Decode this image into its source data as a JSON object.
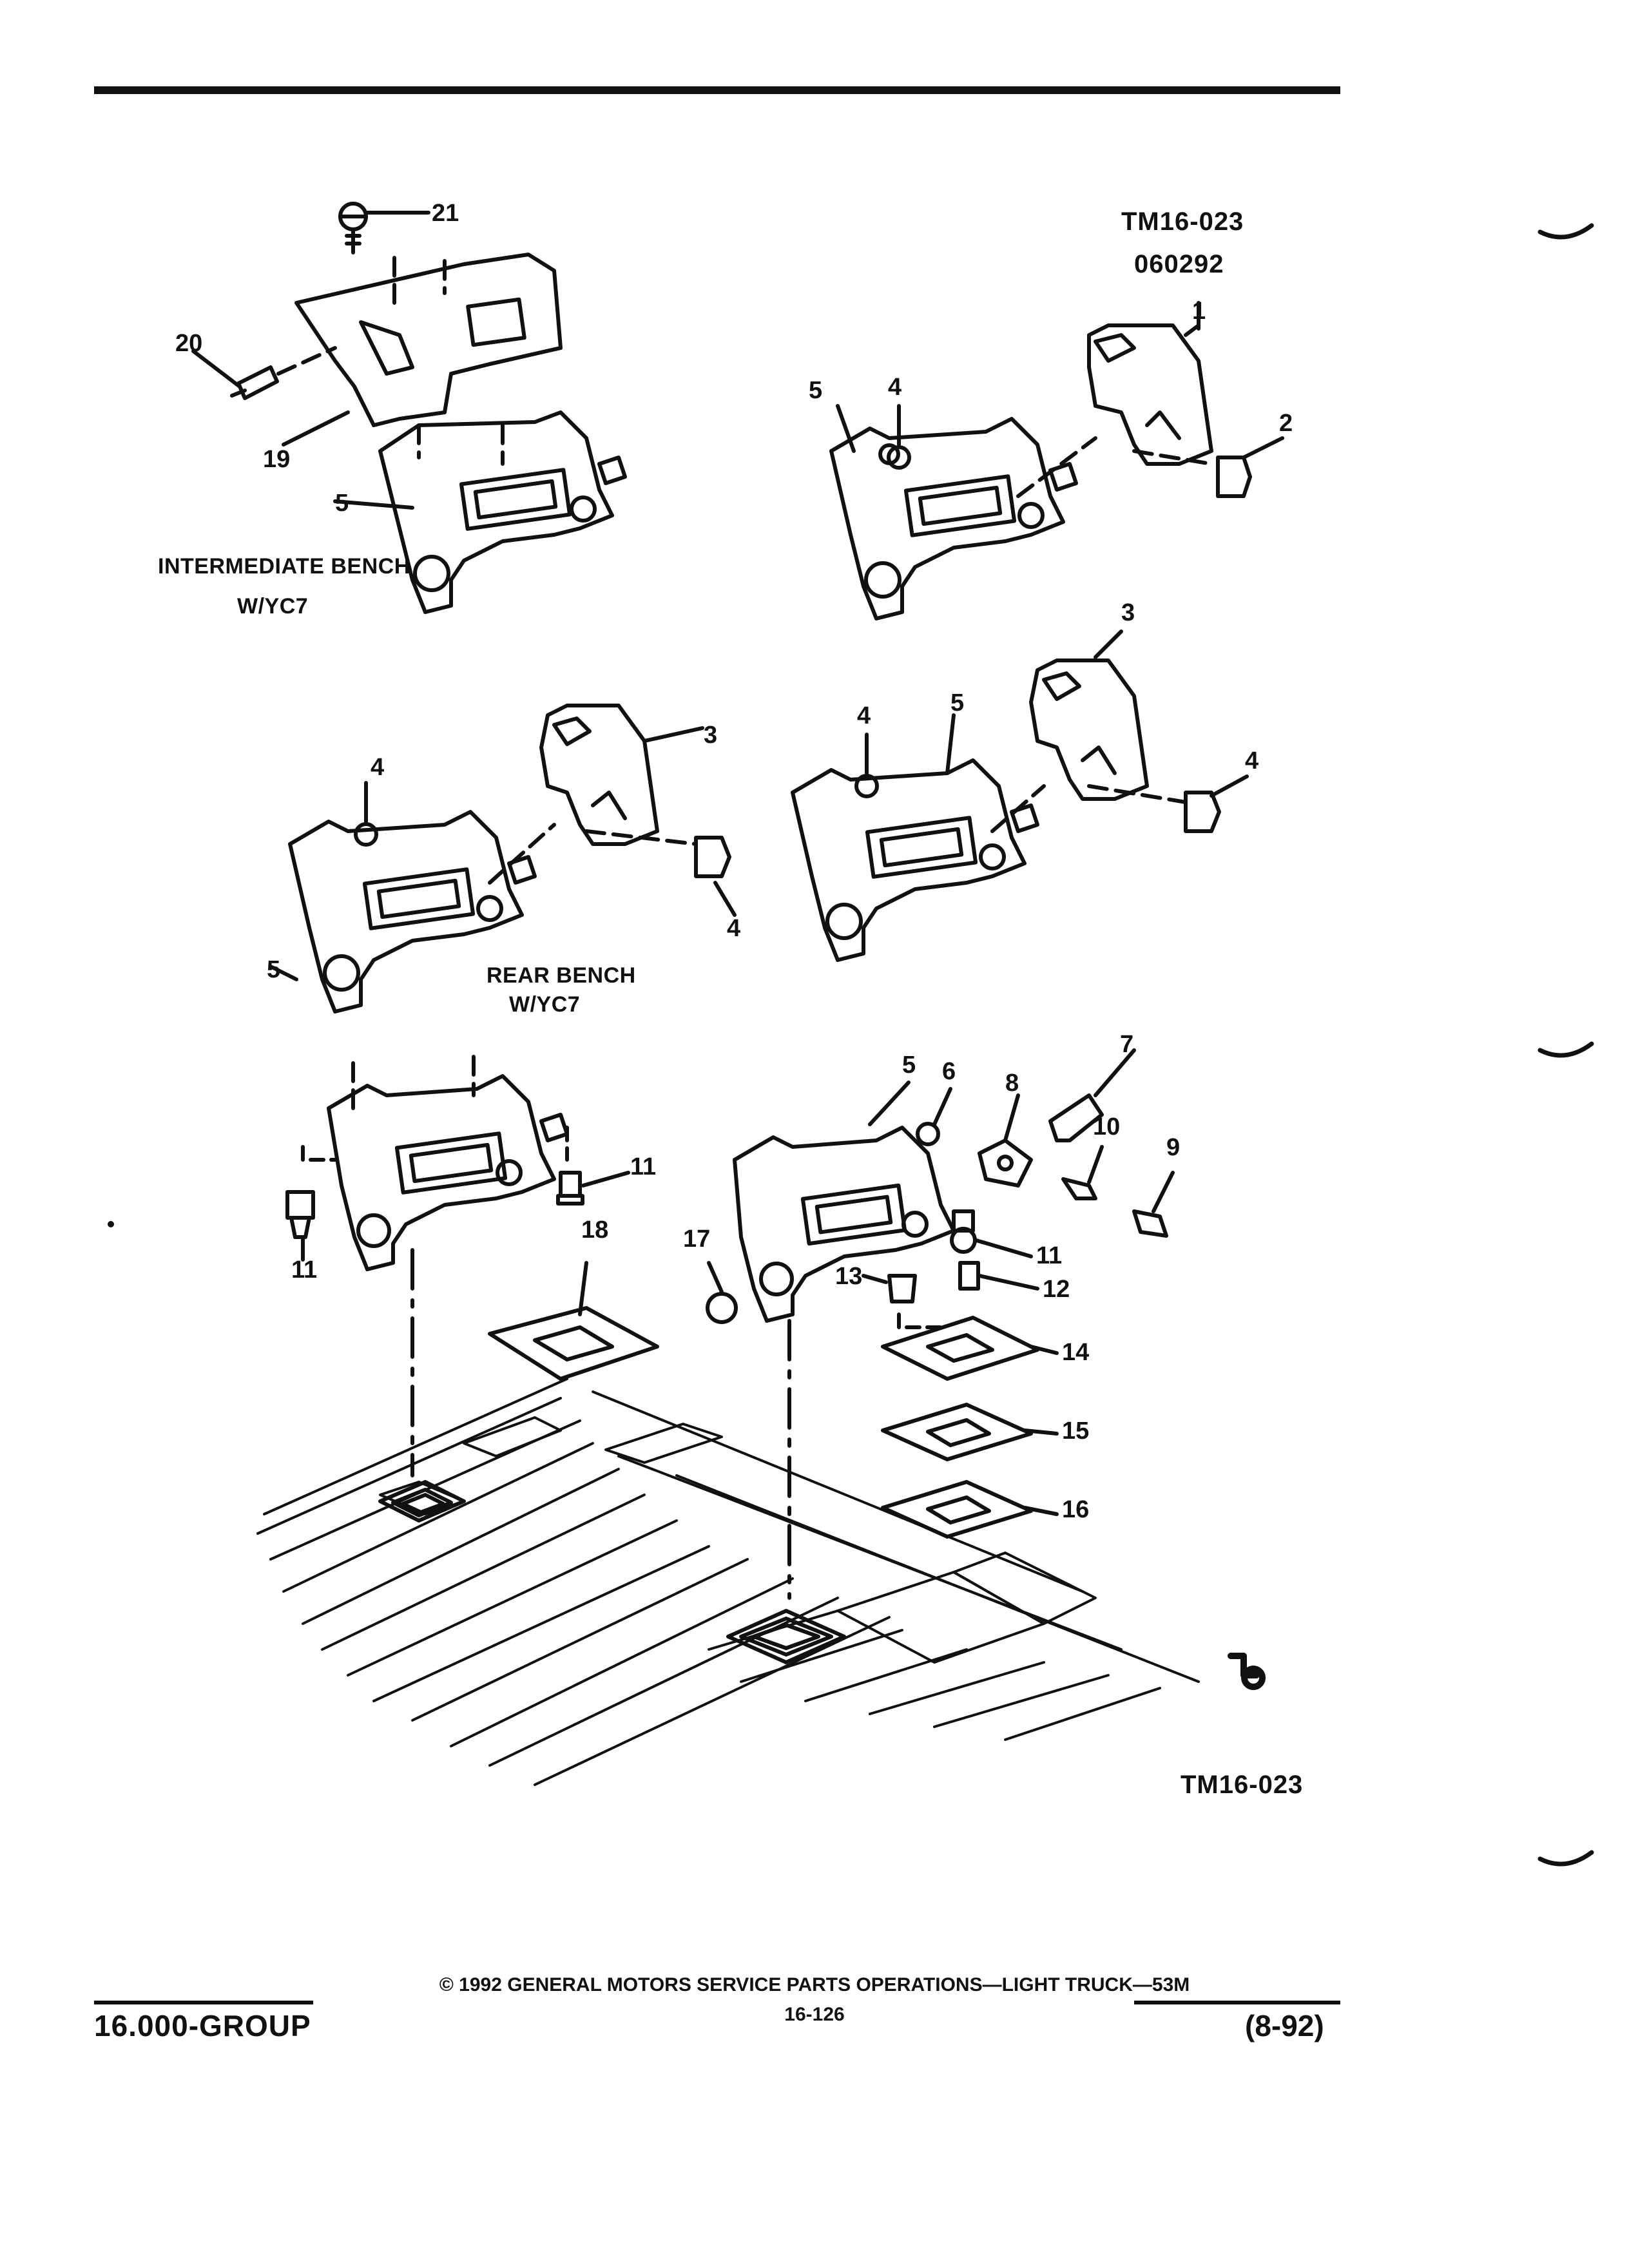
{
  "header": {
    "code_top": "TM16-023",
    "date_code": "060292"
  },
  "captions": {
    "intermediate_line1": "INTERMEDIATE BENCH",
    "intermediate_line2": "W/YC7",
    "rear_line1": "REAR BENCH",
    "rear_line2": "W/YC7"
  },
  "figure_id": "TM16-023",
  "callouts": {
    "c1": "1",
    "c2": "2",
    "c3a": "3",
    "c3b": "3",
    "c4a": "4",
    "c4b": "4",
    "c4c": "4",
    "c4d": "4",
    "c4e": "4",
    "c5a": "5",
    "c5b": "5",
    "c5c": "5",
    "c5d": "5",
    "c5e": "5",
    "c6": "6",
    "c7": "7",
    "c8": "8",
    "c9": "9",
    "c10": "10",
    "c11a": "11",
    "c11b": "11",
    "c11c": "11",
    "c12": "12",
    "c13": "13",
    "c14": "14",
    "c15": "15",
    "c16": "16",
    "c17": "17",
    "c18": "18",
    "c19": "19",
    "c20": "20",
    "c21": "21"
  },
  "footer": {
    "group": "16.000-GROUP",
    "copyright": "© 1992 GENERAL MOTORS SERVICE PARTS OPERATIONS—LIGHT TRUCK—53M",
    "page_number": "16-126",
    "revision": "(8-92)"
  }
}
